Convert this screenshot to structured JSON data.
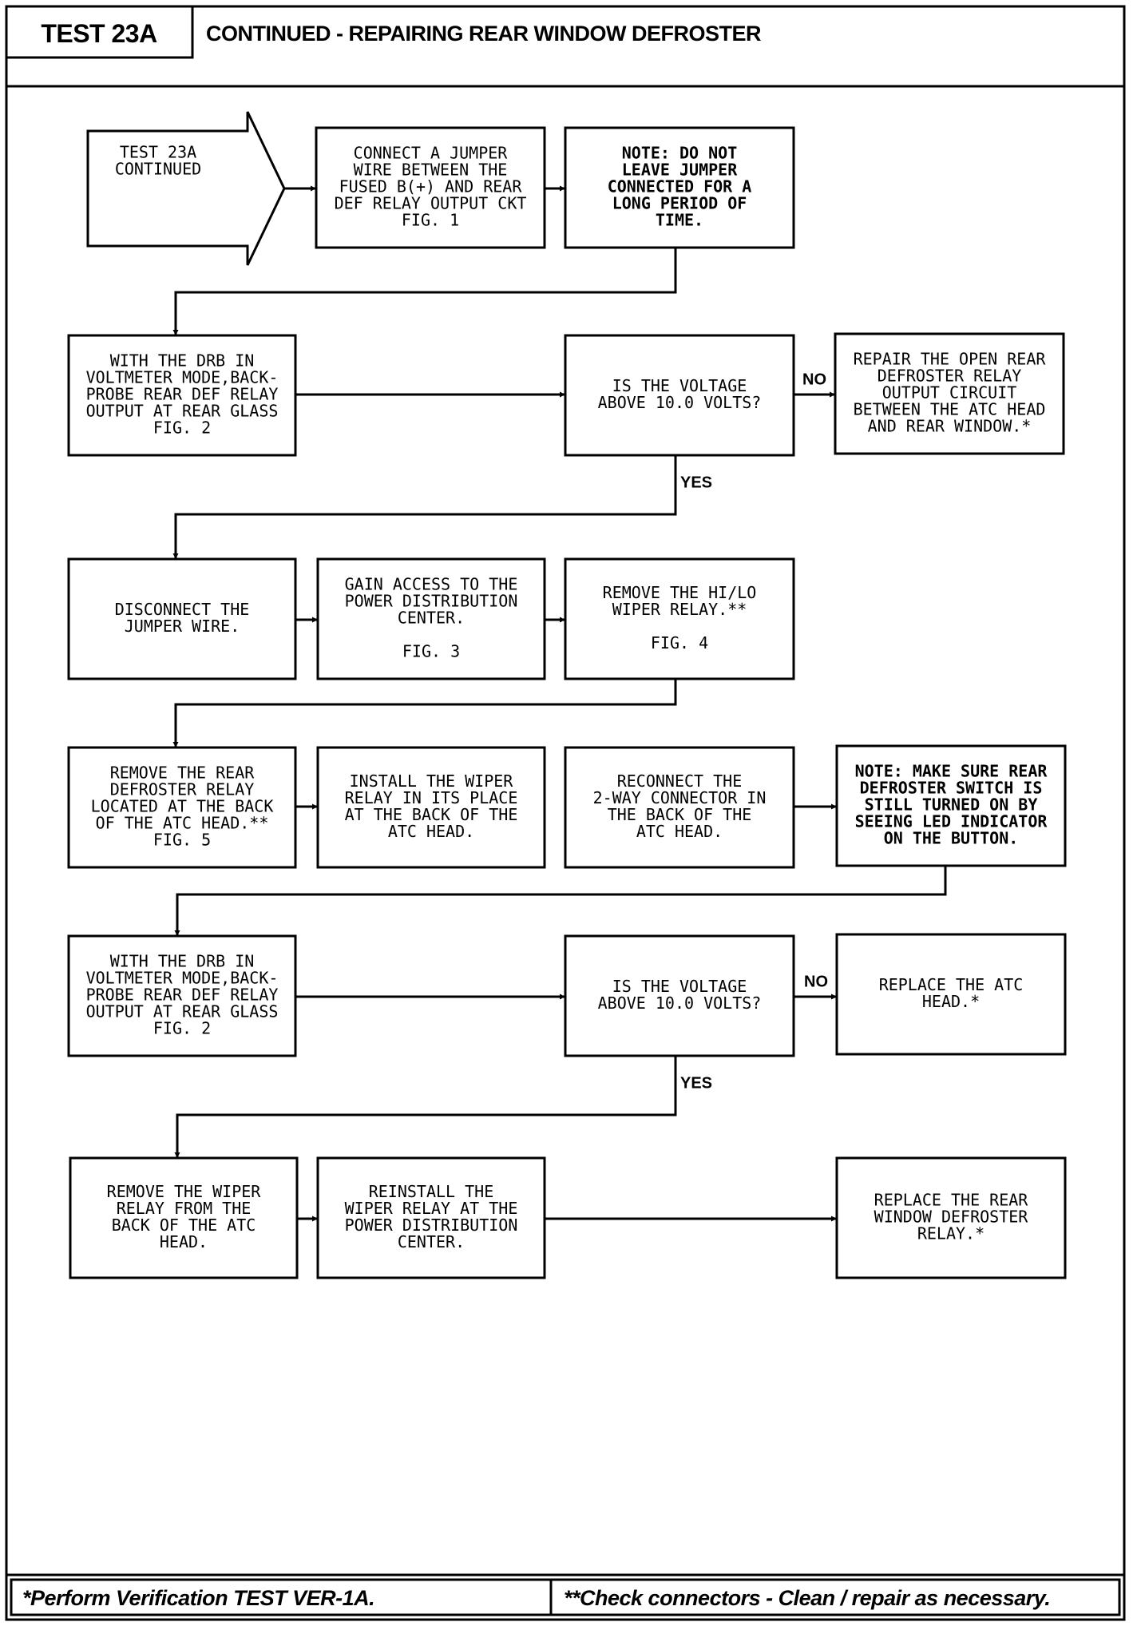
{
  "header": {
    "test_label": "TEST 23A",
    "title": "CONTINUED - REPAIRING REAR WINDOW DEFROSTER"
  },
  "footer": {
    "left_note": "*Perform Verification TEST VER-1A.",
    "right_note": "**Check connectors - Clean / repair as necessary."
  },
  "flowchart": {
    "nodes": [
      {
        "id": "start",
        "shape": "arrow",
        "lines": [
          "TEST 23A",
          "CONTINUED"
        ]
      },
      {
        "id": "connect-jumper",
        "lines": [
          "CONNECT A JUMPER",
          "WIRE BETWEEN THE",
          "FUSED B(+) AND REAR",
          "DEF RELAY OUTPUT CKT",
          "FIG. 1"
        ]
      },
      {
        "id": "note-jumper",
        "lines": [
          "NOTE:  DO NOT",
          "LEAVE JUMPER",
          "CONNECTED FOR A",
          "LONG PERIOD OF",
          "TIME."
        ]
      },
      {
        "id": "probe-1",
        "lines": [
          "WITH THE DRB IN",
          "VOLTMETER MODE,BACK-",
          "PROBE REAR DEF RELAY",
          "OUTPUT AT REAR GLASS",
          "FIG. 2"
        ]
      },
      {
        "id": "voltage-1",
        "lines": [
          "IS THE VOLTAGE",
          "ABOVE 10.0 VOLTS?"
        ]
      },
      {
        "id": "repair-open",
        "lines": [
          "REPAIR THE OPEN REAR",
          "DEFROSTER RELAY",
          "OUTPUT CIRCUIT",
          "BETWEEN THE ATC HEAD",
          "AND REAR WINDOW.*"
        ]
      },
      {
        "id": "disconnect",
        "lines": [
          "DISCONNECT THE",
          "JUMPER WIRE."
        ]
      },
      {
        "id": "gain-access",
        "lines": [
          "GAIN ACCESS TO THE",
          "POWER DISTRIBUTION",
          "CENTER.",
          "",
          "FIG. 3"
        ]
      },
      {
        "id": "remove-hilo",
        "lines": [
          "REMOVE THE HI/LO",
          "WIPER RELAY.**",
          "",
          "FIG. 4"
        ]
      },
      {
        "id": "remove-rear",
        "lines": [
          "REMOVE THE REAR",
          "DEFROSTER RELAY",
          "LOCATED AT THE BACK",
          "OF THE ATC HEAD.**",
          "FIG. 5"
        ]
      },
      {
        "id": "install-wiper",
        "lines": [
          "INSTALL THE WIPER",
          "RELAY IN ITS PLACE",
          "AT THE BACK OF THE",
          "ATC HEAD."
        ]
      },
      {
        "id": "reconnect",
        "lines": [
          "RECONNECT THE",
          "2-WAY CONNECTOR IN",
          "THE BACK OF THE",
          "ATC HEAD."
        ]
      },
      {
        "id": "note-switch",
        "lines": [
          "NOTE: MAKE SURE REAR",
          "DEFROSTER SWITCH IS",
          "STILL TURNED ON BY",
          "SEEING LED INDICATOR",
          "ON THE BUTTON."
        ]
      },
      {
        "id": "probe-2",
        "lines": [
          "WITH THE DRB IN",
          "VOLTMETER MODE,BACK-",
          "PROBE REAR DEF RELAY",
          "OUTPUT AT REAR GLASS",
          "FIG. 2"
        ]
      },
      {
        "id": "voltage-2",
        "lines": [
          "IS THE VOLTAGE",
          "ABOVE 10.0 VOLTS?"
        ]
      },
      {
        "id": "replace-atc",
        "lines": [
          "REPLACE THE ATC",
          "HEAD.*"
        ]
      },
      {
        "id": "remove-wiper",
        "lines": [
          "REMOVE THE WIPER",
          "RELAY FROM THE",
          "BACK OF THE ATC",
          "HEAD."
        ]
      },
      {
        "id": "reinstall-wiper",
        "lines": [
          "REINSTALL THE",
          "WIPER RELAY AT THE",
          "POWER DISTRIBUTION",
          "CENTER."
        ]
      },
      {
        "id": "replace-relay",
        "lines": [
          "REPLACE THE REAR",
          "WINDOW DEFROSTER",
          "RELAY.*"
        ]
      }
    ],
    "edges": [
      {
        "from": "start",
        "to": "connect-jumper",
        "label": ""
      },
      {
        "from": "connect-jumper",
        "to": "note-jumper",
        "label": ""
      },
      {
        "from": "note-jumper",
        "to": "probe-1",
        "label": ""
      },
      {
        "from": "probe-1",
        "to": "voltage-1",
        "label": ""
      },
      {
        "from": "voltage-1",
        "to": "repair-open",
        "label": "NO"
      },
      {
        "from": "voltage-1",
        "to": "disconnect",
        "label": "YES"
      },
      {
        "from": "disconnect",
        "to": "gain-access",
        "label": ""
      },
      {
        "from": "gain-access",
        "to": "remove-hilo",
        "label": ""
      },
      {
        "from": "remove-hilo",
        "to": "remove-rear",
        "label": ""
      },
      {
        "from": "remove-rear",
        "to": "install-wiper",
        "label": ""
      },
      {
        "from": "reconnect",
        "to": "note-switch",
        "label": ""
      },
      {
        "from": "note-switch",
        "to": "probe-2",
        "label": ""
      },
      {
        "from": "probe-2",
        "to": "voltage-2",
        "label": ""
      },
      {
        "from": "voltage-2",
        "to": "replace-atc",
        "label": "NO"
      },
      {
        "from": "voltage-2",
        "to": "remove-wiper",
        "label": "YES"
      },
      {
        "from": "remove-wiper",
        "to": "reinstall-wiper",
        "label": ""
      },
      {
        "from": "reinstall-wiper",
        "to": "replace-relay",
        "label": ""
      }
    ]
  }
}
